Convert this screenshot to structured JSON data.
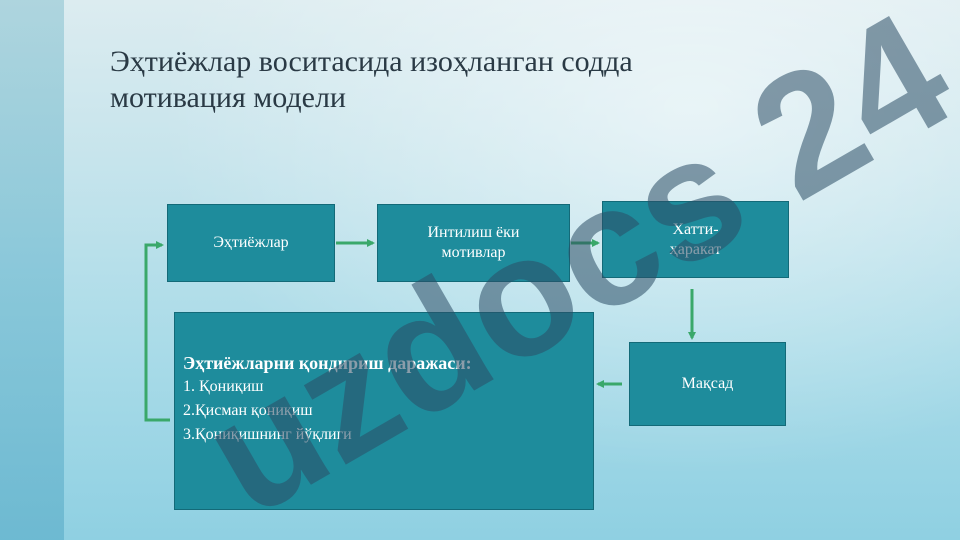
{
  "title": "Эҳтиёжлар воситасида изоҳланган содда мотивация модели",
  "boxes": {
    "needs": "Эҳтиёжлар",
    "motives_line1": "Интилиш ёки",
    "motives_line2": "мотивлар",
    "action_line1": "Хатти-",
    "action_line2": "ҳаракат",
    "goal": "Мақсад"
  },
  "satisfaction": {
    "heading": "Эҳтиёжларни қондириш даражаси:",
    "items": [
      "1. Қониқиш",
      "2.Қисман қониқиш",
      "3.Қониқишнинг йўқлиги"
    ]
  },
  "watermark": "uzdocs 24",
  "colors": {
    "box_fill": "#1e8c9c",
    "box_border": "#136a78",
    "arrow": "#3aa86a",
    "title": "#2a3a45",
    "watermark_purple": "#8e8bf0",
    "watermark_dark": "#2c4e66"
  }
}
